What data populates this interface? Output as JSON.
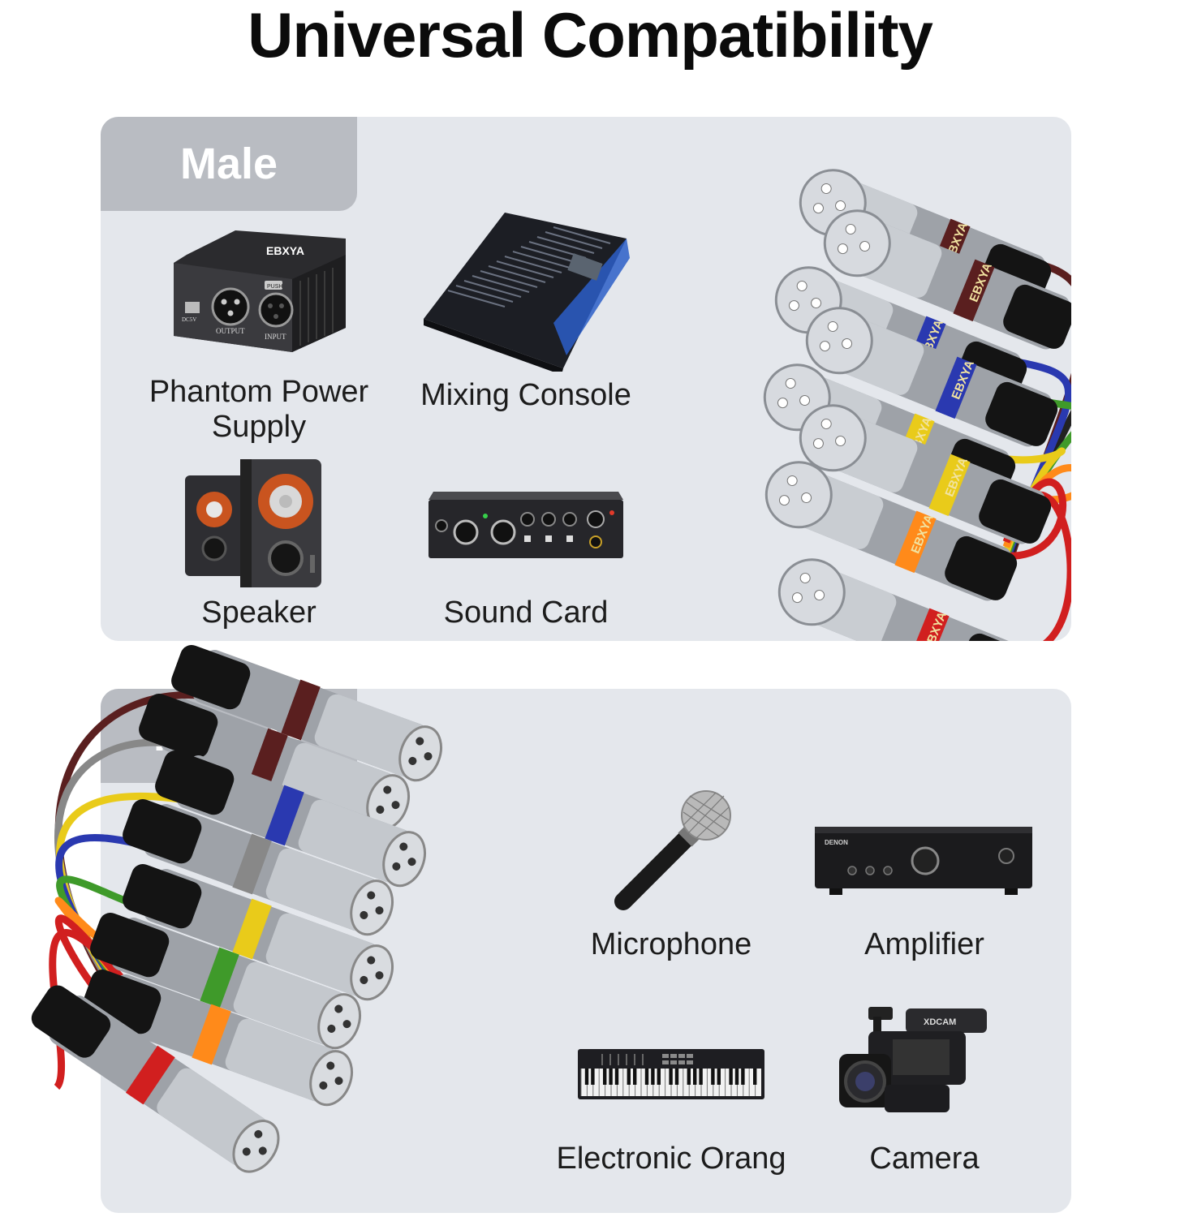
{
  "title": "Universal Compatibility",
  "male": {
    "tab": "Male",
    "devices": [
      {
        "label": "Phantom Power Supply",
        "icon": "phantom-power-supply-icon"
      },
      {
        "label": "Mixing Console",
        "icon": "mixing-console-icon"
      },
      {
        "label": "Speaker",
        "icon": "speaker-icon"
      },
      {
        "label": "Sound Card",
        "icon": "sound-card-icon"
      }
    ],
    "phantom_panel": {
      "brand": "EBXYA",
      "output": "OUTPUT",
      "input": "INPUT",
      "dc": "DC5V",
      "button": "PUSH"
    }
  },
  "female": {
    "tab": "Female",
    "devices": [
      {
        "label": "Microphone",
        "icon": "microphone-icon"
      },
      {
        "label": "Amplifier",
        "icon": "amplifier-icon"
      },
      {
        "label": "Electronic Orang",
        "icon": "electronic-keyboard-icon"
      },
      {
        "label": "Camera",
        "icon": "camera-icon"
      }
    ],
    "amp_brand": "DENON",
    "camera_brand": "XDCAM"
  },
  "connector_brand": "EBXYA",
  "cable_colors": [
    "#5a1f1f",
    "#2a39b0",
    "#e9cb1a",
    "#3f9a2a",
    "#ff8a1a",
    "#d11f1f",
    "#888888",
    "#222222"
  ]
}
